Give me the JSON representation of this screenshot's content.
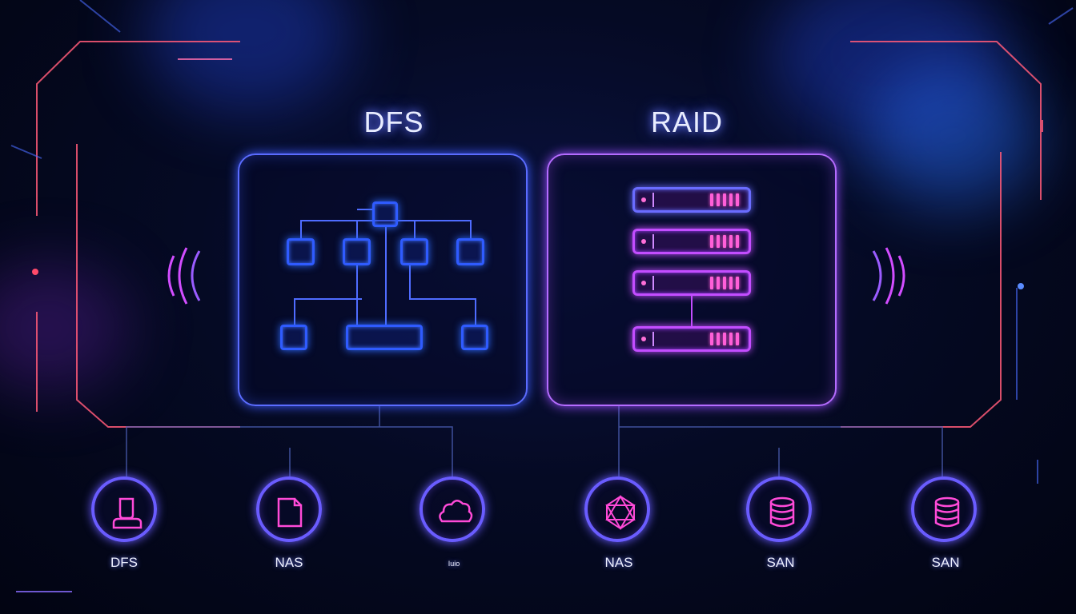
{
  "panels": {
    "dfs": {
      "title": "DFS",
      "icon": "tree-hierarchy-icon",
      "accent": "#3f5bff"
    },
    "raid": {
      "title": "RAID",
      "icon": "disk-stack-icon",
      "accent": "#b04dff"
    }
  },
  "bottom_icons": [
    {
      "label": "DFS",
      "icon": "user-icon"
    },
    {
      "label": "NAS",
      "icon": "document-icon"
    },
    {
      "label": "Iuio",
      "icon": "cloud-icon"
    },
    {
      "label": "NAS",
      "icon": "network-star-icon"
    },
    {
      "label": "SAN",
      "icon": "database-icon"
    },
    {
      "label": "SAN",
      "icon": "database-icon"
    }
  ],
  "colors": {
    "blue": "#3f5bff",
    "pink": "#c34dff",
    "frame": "#ff5a78"
  }
}
